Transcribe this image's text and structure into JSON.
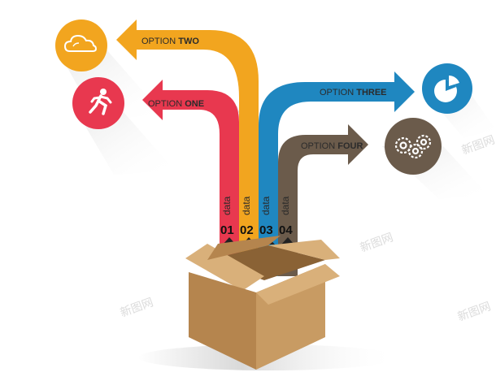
{
  "options": [
    {
      "id": "one",
      "prefix": "OPTION ",
      "strong": "ONE",
      "color": "#e8384f",
      "icon": "running-person-icon"
    },
    {
      "id": "two",
      "prefix": "OPTION ",
      "strong": "TWO",
      "color": "#f2a51f",
      "icon": "cloud-icon"
    },
    {
      "id": "three",
      "prefix": "OPTION ",
      "strong": "THREE",
      "color": "#1f87c0",
      "icon": "pie-chart-icon"
    },
    {
      "id": "four",
      "prefix": "OPTION ",
      "strong": "FOUR",
      "color": "#6b5b4b",
      "icon": "gears-icon"
    }
  ],
  "data_tags": [
    {
      "word": "data",
      "number": "01"
    },
    {
      "word": "data",
      "number": "02"
    },
    {
      "word": "data",
      "number": "03"
    },
    {
      "word": "data",
      "number": "04"
    }
  ],
  "watermark": "新图网",
  "colors": {
    "box_front": "#c89b63",
    "box_side": "#b5854e",
    "box_inside": "#8a6235",
    "box_flap": "#d9b07a",
    "circle_shadow": "#e8e8e8"
  }
}
